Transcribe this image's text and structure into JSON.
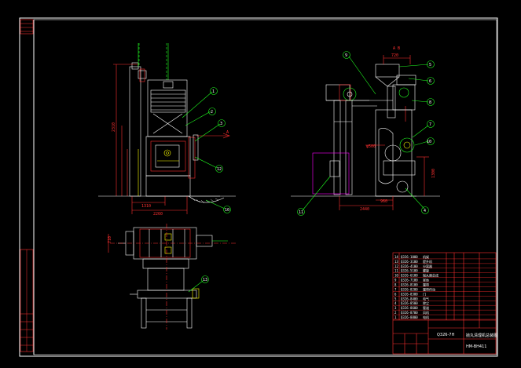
{
  "drawing": {
    "background": "#000000",
    "line_color": "#ffffff",
    "accent_red": "#ff2020",
    "accent_green": "#20ff20",
    "accent_yellow": "#ffff00",
    "accent_magenta": "#ff00ff",
    "accent_cyan": "#00ffff",
    "accent_blue": "#3030ff"
  },
  "left_view": {
    "section_mark": "A",
    "dim_height": "2310",
    "dim_bottom_1": "1310",
    "dim_bottom_2": "2260",
    "callouts": [
      "1",
      "2",
      "3",
      "10",
      "12"
    ]
  },
  "right_view": {
    "section_mark": "A B",
    "dim_top": "720",
    "dim_side": "1300",
    "dim_left": "2440",
    "dim_mid": "960",
    "dim_inner": "φ500",
    "callouts": [
      "4",
      "5",
      "6",
      "7",
      "8",
      "9",
      "10",
      "11"
    ]
  },
  "plan_view": {
    "dim_side": "710",
    "callouts": [
      "13"
    ]
  },
  "title_block": {
    "drawing_name": "抛丸清理机总装图",
    "drawing_no": "HM-BH411",
    "model": "Q326-7H",
    "parts": [
      {
        "no": "14",
        "code": "Q326-1000",
        "name": "机架"
      },
      {
        "no": "13",
        "code": "Q326-3100",
        "name": "提升机"
      },
      {
        "no": "12",
        "code": "Q326-4100",
        "name": "分离器"
      },
      {
        "no": "11",
        "code": "Q326-5100",
        "name": "螺旋"
      },
      {
        "no": "10",
        "code": "Q326-6100",
        "name": "抛丸器总成"
      },
      {
        "no": "9",
        "code": "Q326-7100",
        "name": "室体"
      },
      {
        "no": "8",
        "code": "Q326-8100",
        "name": "履带"
      },
      {
        "no": "7",
        "code": "Q326-8200",
        "name": "履带传动"
      },
      {
        "no": "6",
        "code": "Q326-8300",
        "name": "门"
      },
      {
        "no": "5",
        "code": "Q326-8400",
        "name": "电气"
      },
      {
        "no": "4",
        "code": "Q326-8500",
        "name": "除尘"
      },
      {
        "no": "3",
        "code": "Q326-8600",
        "name": "管道"
      },
      {
        "no": "2",
        "code": "Q326-8700",
        "name": "风机"
      },
      {
        "no": "1",
        "code": "Q326-8800",
        "name": "电机"
      }
    ]
  }
}
